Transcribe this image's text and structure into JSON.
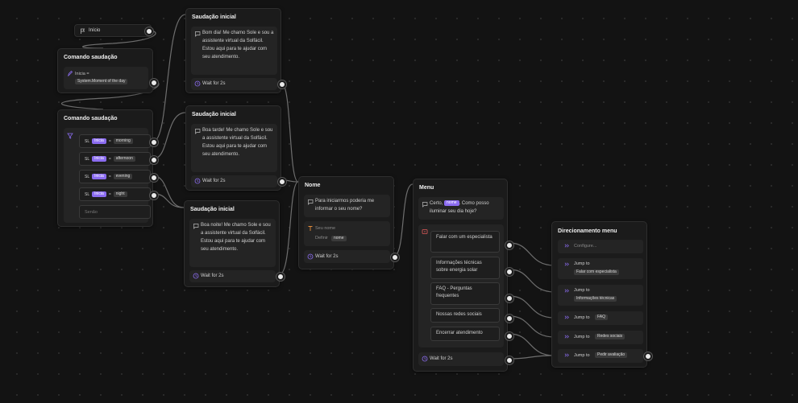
{
  "start": {
    "label": "Início"
  },
  "cmd1": {
    "title": "Comando saudação",
    "var_label": "Inicia =",
    "var_value": "System.Moment of the day"
  },
  "cmd2": {
    "title": "Comando saudação",
    "conditions": [
      {
        "prefix": "SL",
        "var": "Inicia",
        "op": "=",
        "value": "morning"
      },
      {
        "prefix": "SL",
        "var": "Inicia",
        "op": "=",
        "value": "afternoon"
      },
      {
        "prefix": "SL",
        "var": "Inicia",
        "op": "=",
        "value": "evening"
      },
      {
        "prefix": "SL",
        "var": "Inicia",
        "op": "=",
        "value": "night"
      }
    ],
    "else_label": "Senão"
  },
  "greet1": {
    "title": "Saudação inicial",
    "message": "Bom dia! Me chamo Sole e sou a assistente virtual da Solfácil. Estou aqui para te ajudar com seu atendimento.",
    "wait": "Wait for 2s"
  },
  "greet2": {
    "title": "Saudação inicial",
    "message": "Boa tarde! Me chamo Sole e sou a assistente virtual da Solfácil. Estou aqui para te ajudar com seu atendimento.",
    "wait": "Wait for 2s"
  },
  "greet3": {
    "title": "Saudação inicial",
    "message": "Boa noite! Me chamo Sole e sou a assistente virtual da Solfácil. Estou aqui para te ajudar com seu atendimento.",
    "wait": "Wait for 2s"
  },
  "name": {
    "title": "Nome",
    "message": "Para iniciarmos poderia me informar o seu nome?",
    "input_placeholder": "Seu nome",
    "define_label": "Definir",
    "define_var": "nome",
    "wait": "Wait for 2s"
  },
  "menu": {
    "title": "Menu",
    "message_pre": "Certo,",
    "message_var": "nome",
    "message_post": ". Como posso iluminar seu dia hoje?",
    "options": [
      "Falar com um especialista",
      "Informações técnicas sobre energia solar",
      "FAQ - Perguntas frequentes",
      "Nossas redes sociais",
      "Encerrar atendimento"
    ],
    "wait": "Wait for 2s"
  },
  "routing": {
    "title": "Direcionamento menu",
    "configure": "Configure...",
    "jump_prefix": "Jump to",
    "targets": [
      "Falar com especialista",
      "Informações técnicas",
      "FAQ",
      "Redes sociais",
      "Pedir avaliação"
    ]
  },
  "colors": {
    "accent": "#8b6cf0",
    "background": "#131313",
    "node": "#1b1b1b",
    "block": "#242424",
    "edge": "#7a7a7a"
  },
  "icons": {
    "start": "flag-icon",
    "variable": "pencil-icon",
    "condition": "filter-icon",
    "message": "chat-bubble-icon",
    "wait": "clock-icon",
    "text_input": "text-input-icon",
    "buttons": "buttons-icon",
    "jump": "double-chevron-icon"
  }
}
